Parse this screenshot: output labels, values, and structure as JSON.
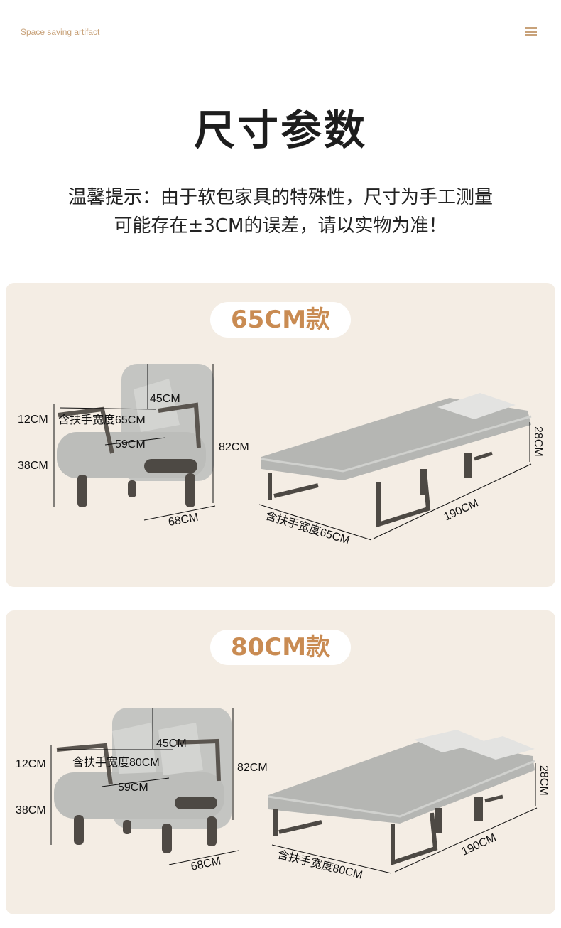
{
  "header": {
    "brand": "Space saving artifact"
  },
  "page": {
    "title": "尺寸参数",
    "note_line1": "温馨提示：由于软包家具的特殊性，尺寸为手工测量",
    "note_line2": "可能存在±3CM的误差，请以实物为准！"
  },
  "sections": [
    {
      "badge": "65CM款",
      "chair": {
        "back": "45CM",
        "arm_height": "12CM",
        "arm_width": "含扶手宽度65CM",
        "seat_depth": "59CM",
        "height": "82CM",
        "seat_height": "38CM",
        "depth": "68CM"
      },
      "bed": {
        "thickness": "28CM",
        "length": "190CM",
        "width": "含扶手宽度65CM"
      }
    },
    {
      "badge": "80CM款",
      "chair": {
        "back": "45CM",
        "arm_height": "12CM",
        "arm_width": "含扶手宽度80CM",
        "seat_depth": "59CM",
        "height": "82CM",
        "seat_height": "38CM",
        "depth": "68CM"
      },
      "bed": {
        "thickness": "28CM",
        "length": "190CM",
        "width": "含扶手宽度80CM"
      }
    }
  ],
  "colors": {
    "accent": "#c98b52",
    "panel": "#f4ede4",
    "sofa": "#bfc0bd",
    "frame": "#55504b"
  }
}
